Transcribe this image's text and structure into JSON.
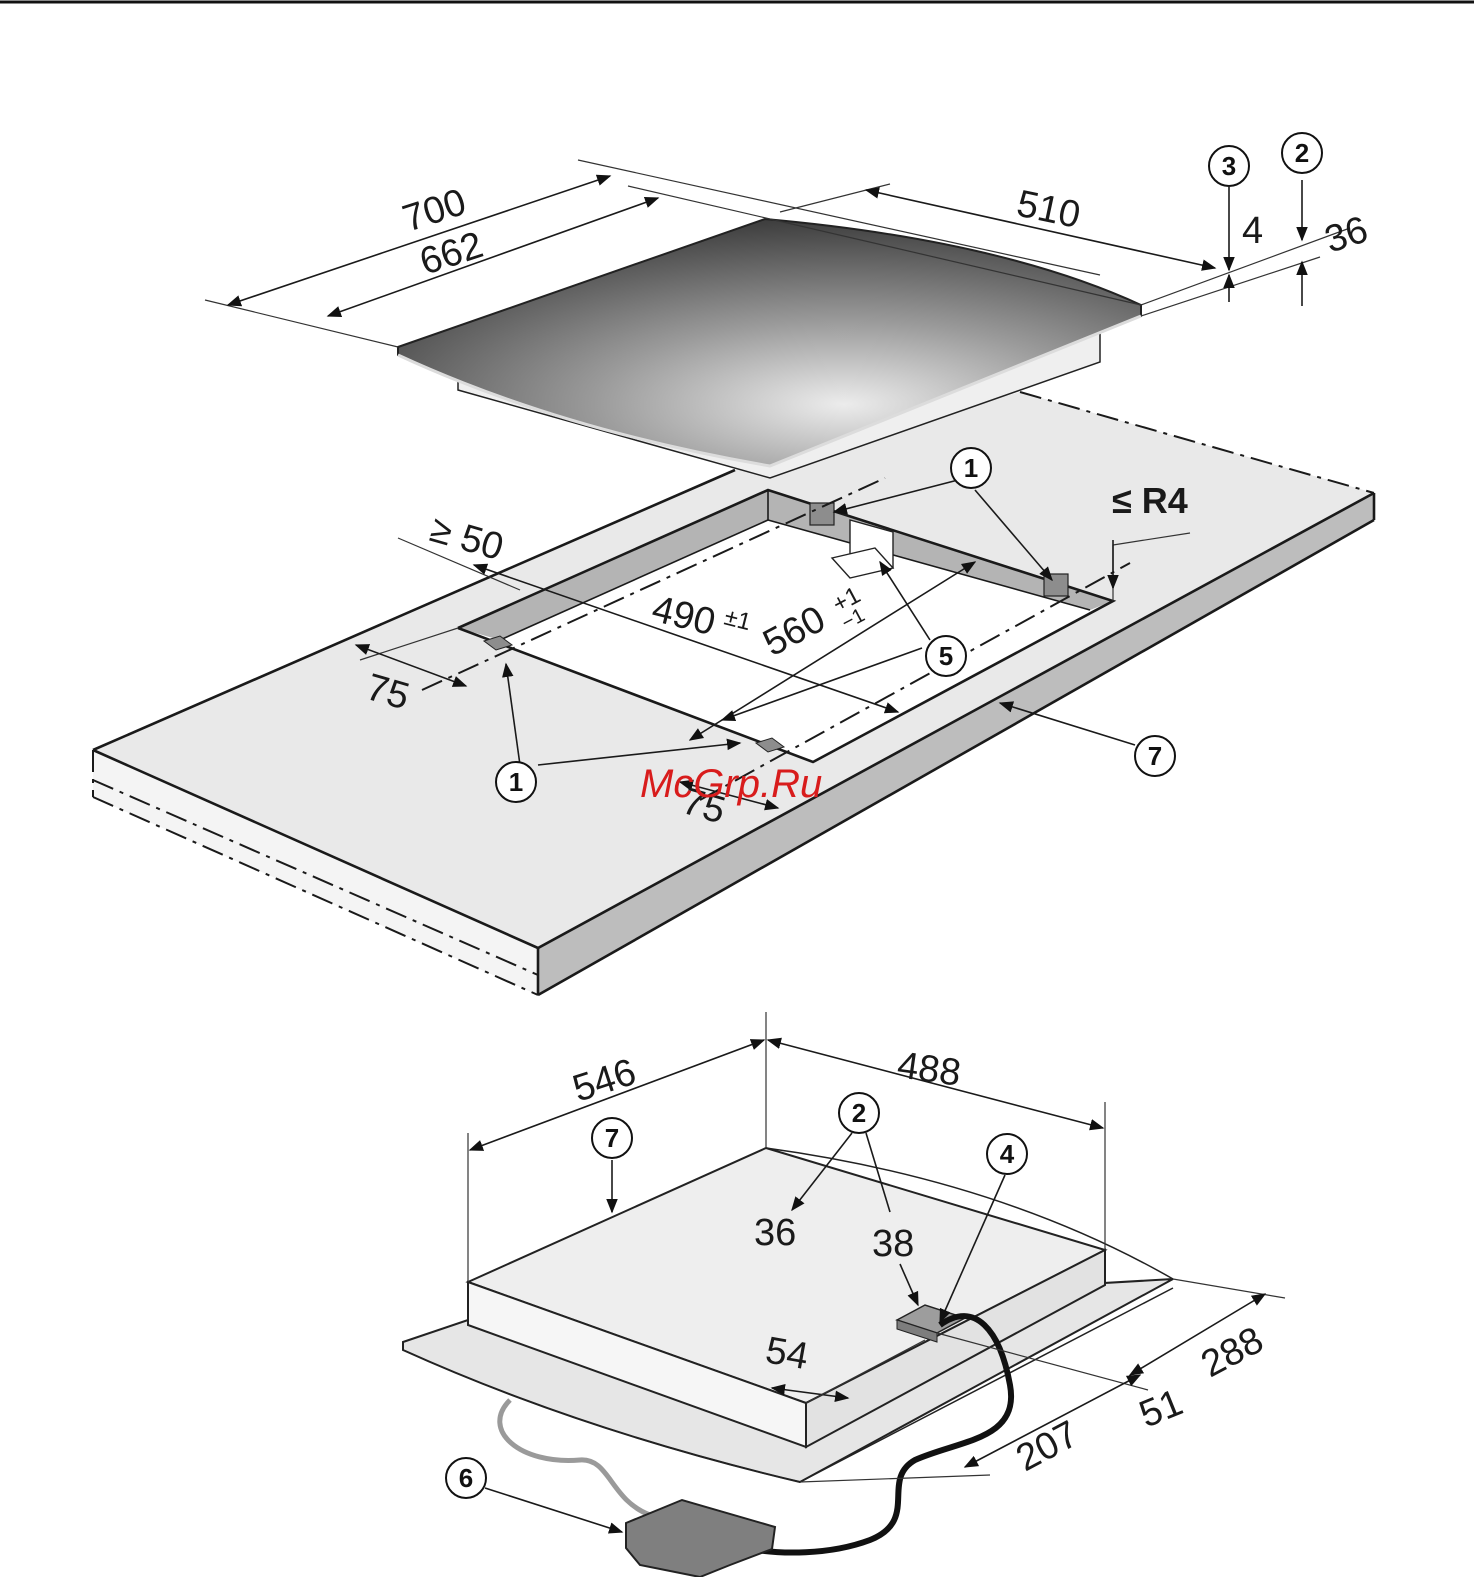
{
  "dimensions": {
    "hob_width": "700",
    "hob_inner_width": "662",
    "hob_depth": "510",
    "glass_thickness": "4",
    "hob_height": "36",
    "front_clearance": "≥ 50",
    "corner_radius": "≤ R4",
    "cutout_depth": "490",
    "cutout_depth_tol": "±1",
    "cutout_width": "560",
    "cutout_width_tol": "+1",
    "cutout_width_tol_low": "−1",
    "bracket_offset_left": "75",
    "bracket_offset_front": "75",
    "body_width": "546",
    "body_depth": "488",
    "height_a": "36",
    "height_b": "38",
    "box_offset": "54",
    "cable_y": "51",
    "offset_207": "207",
    "offset_288": "288"
  },
  "callouts": {
    "c1": "1",
    "c2": "2",
    "c3": "3",
    "c4": "4",
    "c5": "5",
    "c6": "6",
    "c7": "7"
  },
  "watermark": "McGrp.Ru",
  "colors": {
    "counter": "#e9e9e9",
    "counter_edge": "#bdbdbd",
    "glass_dark": "#4a4a4a",
    "glass_light": "#e4e4e4",
    "watermark": "#d81c1c"
  }
}
